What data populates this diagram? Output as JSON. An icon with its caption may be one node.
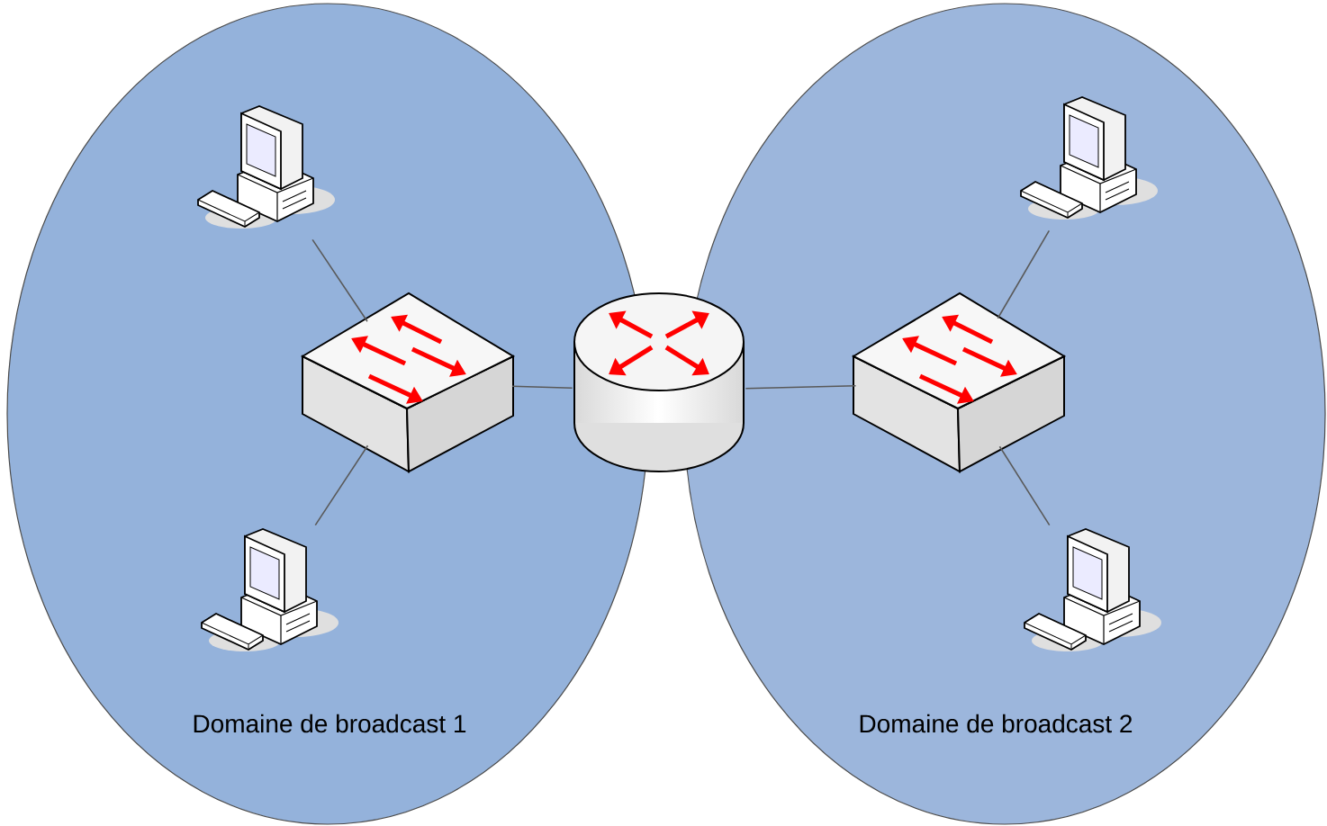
{
  "diagram": {
    "nodes": [
      {
        "text": [
          "Domaine de broadcast 1"
        ]
      },
      {
        "text": [],
        "shape": "computer",
        "in": 0
      },
      {
        "text": [],
        "shape": "box",
        "in": 0
      },
      {
        "text": [],
        "shape": "computer",
        "in": 0
      },
      {
        "text": [],
        "shape": "cylinder"
      },
      {
        "text": [
          "Domaine de broadcast 2"
        ]
      },
      {
        "text": [],
        "shape": "computer",
        "in": 5
      },
      {
        "text": [],
        "shape": "box",
        "in": 5
      },
      {
        "text": [],
        "shape": "computer",
        "in": 5
      }
    ],
    "edges": [
      {
        "from": 1,
        "to": 2,
        "arrow": "none"
      },
      {
        "from": 3,
        "to": 2,
        "arrow": "none"
      },
      {
        "from": 2,
        "to": 4,
        "arrow": "none"
      },
      {
        "from": 4,
        "to": 7,
        "arrow": "none"
      },
      {
        "from": 6,
        "to": 7,
        "arrow": "none"
      },
      {
        "from": 8,
        "to": 7,
        "arrow": "none"
      }
    ]
  }
}
